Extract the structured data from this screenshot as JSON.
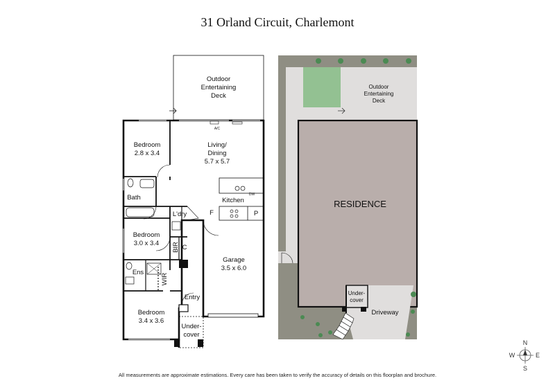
{
  "title": "31 Orland Circuit, Charlemont",
  "disclaimer": "All measurements are approximate estimations. Every care has been taken to verify the accuracy of details on this floorplan and brochure.",
  "floorplan": {
    "outdoor_line1": "Outdoor",
    "outdoor_line2": "Entertaining",
    "outdoor_line3": "Deck",
    "ac": "A/C",
    "bed1_name": "Bedroom",
    "bed1_size": "2.8 x 3.4",
    "living_name1": "Living/",
    "living_name2": "Dining",
    "living_size": "5.7 x 5.7",
    "bath": "Bath",
    "kitchen": "Kitchen",
    "dw": "DW",
    "f": "F",
    "p": "P",
    "ldry": "L'dry",
    "bed2_name": "Bedroom",
    "bed2_size": "3.0 x 3.4",
    "bir": "BIR",
    "c": "C",
    "ens": "Ens",
    "wir": "WIR",
    "garage_name": "Garage",
    "garage_size": "3.5 x 6.0",
    "entry": "Entry",
    "bed3_name": "Bedroom",
    "bed3_size": "3.4 x 3.6",
    "undercover1": "Under-",
    "undercover2": "cover"
  },
  "siteplan": {
    "outdoor_line1": "Outdoor",
    "outdoor_line2": "Entertaining",
    "outdoor_line3": "Deck",
    "residence": "RESIDENCE",
    "undercover1": "Under-",
    "undercover2": "cover",
    "driveway": "Driveway"
  },
  "compass": {
    "n": "N",
    "e": "E",
    "s": "S",
    "w": "W"
  },
  "colors": {
    "wall": "#111111",
    "garden": "#8f8e83",
    "lawn": "#93c192",
    "residence": "#b9aeab",
    "paving": "#e0dedd",
    "plant": "#4b8a53"
  }
}
